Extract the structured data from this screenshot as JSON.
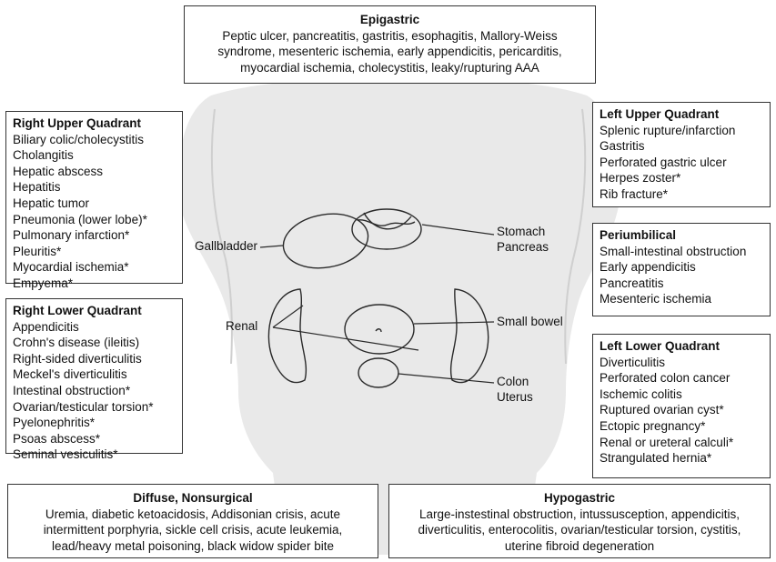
{
  "regions": {
    "epigastric": {
      "title": "Epigastric",
      "lines": [
        "Peptic ulcer, pancreatitis, gastritis, esophagitis, Mallory-Weiss",
        "syndrome, mesenteric ischemia, early appendicitis, pericarditis,",
        "myocardial ischemia, cholecystitis, leaky/rupturing AAA"
      ]
    },
    "ruq": {
      "title": "Right Upper Quadrant",
      "items": [
        "Biliary colic/cholecystitis",
        "Cholangitis",
        "Hepatic abscess",
        "Hepatitis",
        "Hepatic tumor",
        "Pneumonia (lower lobe)*",
        "Pulmonary infarction*",
        "Pleuritis*",
        "Myocardial ischemia*",
        "Empyema*"
      ]
    },
    "rlq": {
      "title": "Right Lower Quadrant",
      "items": [
        "Appendicitis",
        "Crohn's disease (ileitis)",
        "Right-sided diverticulitis",
        "Meckel's diverticulitis",
        "Intestinal obstruction*",
        "Ovarian/testicular torsion*",
        "Pyelonephritis*",
        "Psoas abscess*",
        "Seminal vesiculitis*"
      ]
    },
    "luq": {
      "title": "Left Upper Quadrant",
      "items": [
        "Splenic rupture/infarction",
        "Gastritis",
        "Perforated gastric ulcer",
        "Herpes zoster*",
        "Rib fracture*"
      ]
    },
    "periumbilical": {
      "title": "Periumbilical",
      "items": [
        "Small-intestinal obstruction",
        "Early appendicitis",
        "Pancreatitis",
        "Mesenteric ischemia"
      ]
    },
    "llq": {
      "title": "Left Lower Quadrant",
      "items": [
        "Diverticulitis",
        "Perforated colon cancer",
        "Ischemic colitis",
        "Ruptured ovarian cyst*",
        "Ectopic pregnancy*",
        "Renal or ureteral calculi*",
        "Strangulated hernia*"
      ]
    },
    "diffuse": {
      "title": "Diffuse, Nonsurgical",
      "lines": [
        "Uremia, diabetic ketoacidosis, Addisonian crisis, acute",
        "intermittent porphyria, sickle cell crisis, acute leukemia,",
        "lead/heavy metal poisoning, black widow spider bite"
      ]
    },
    "hypogastric": {
      "title": "Hypogastric",
      "lines": [
        "Large-instestinal obstruction, intussusception, appendicitis,",
        "diverticulitis, enterocolitis, ovarian/testicular torsion, cystitis,",
        "uterine fibroid degeneration"
      ]
    }
  },
  "organ_labels": {
    "gallbladder": "Gallbladder",
    "stomach": "Stomach",
    "pancreas": "Pancreas",
    "renal": "Renal",
    "small_bowel": "Small bowel",
    "colon": "Colon",
    "uterus": "Uterus"
  },
  "colors": {
    "body_fill": "#e9e9e9",
    "outline": "#2a2a2a",
    "box_border": "#333333"
  }
}
